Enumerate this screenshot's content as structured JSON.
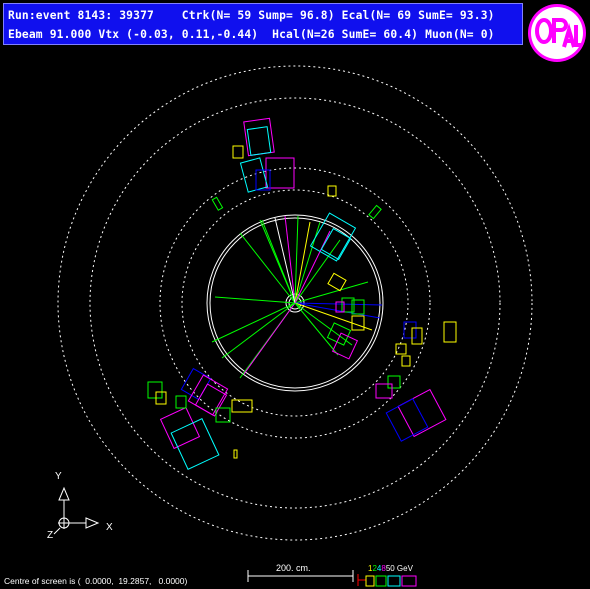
{
  "header": {
    "line1": "Run:event 8143: 39377    Ctrk(N= 59 Sump= 96.8) Ecal(N= 69 SumE= 93.3)",
    "line2": "Ebeam 91.000 Vtx (-0.03, 0.11,-0.44)  Hcal(N=26 SumE= 60.4) Muon(N= 0)"
  },
  "logo": {
    "text": "OPAL",
    "color": "#ff00ff"
  },
  "axes": {
    "y": "Y",
    "x": "X",
    "z": "Z"
  },
  "scale": {
    "label": "200. cm."
  },
  "energy_legend": {
    "v1": "1",
    "v2": "2",
    "v3": "4",
    "v4": "8",
    "v5": "50 GeV"
  },
  "footer": {
    "text": "Centre of screen is (  0.0000,  19.2857,   0.0000)"
  },
  "colors": {
    "background": "#000000",
    "header_bg": "#1010ee",
    "tracks": "#00ff00",
    "hcal": "#ff00ff",
    "ecal": "#00ffff",
    "muon_box": "#ffff00"
  }
}
